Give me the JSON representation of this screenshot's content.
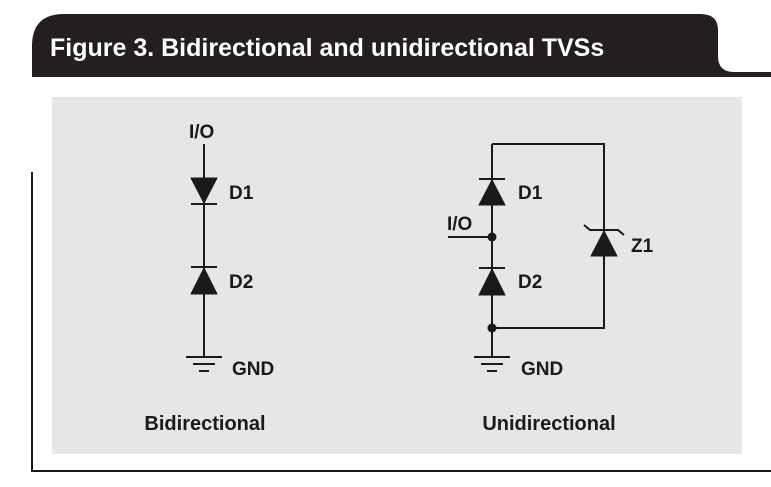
{
  "figure": {
    "title": "Figure 3. Bidirectional and unidirectional TVSs"
  },
  "bidirectional": {
    "io_label": "I/O",
    "d1_label": "D1",
    "d2_label": "D2",
    "gnd_label": "GND",
    "caption": "Bidirectional"
  },
  "unidirectional": {
    "io_label": "I/O",
    "d1_label": "D1",
    "d2_label": "D2",
    "z1_label": "Z1",
    "gnd_label": "GND",
    "caption": "Unidirectional"
  },
  "colors": {
    "banner": "#231f20",
    "panel": "#e6e6e6",
    "ink": "#1a1a1a"
  }
}
